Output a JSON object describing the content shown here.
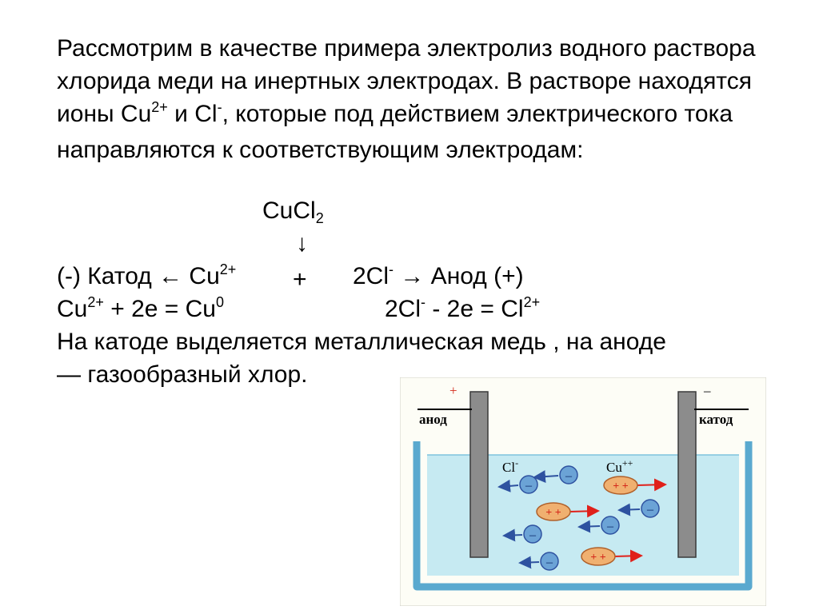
{
  "paragraph": "Рассмотрим в качестве примера электролиз водного раствора хлорида меди на инертных электродах. В растворе находятся ионы ",
  "ion_cu": "Cu",
  "ion_cu_charge": "2+",
  "word_and": " и ",
  "ion_cl": "Cl",
  "ion_cl_charge": "-",
  "paragraph_end": ", которые под действием электрического тока направляются к соответствующим электродам:",
  "formula": {
    "base": "CuCl",
    "sub": "2"
  },
  "arrow_down": "↓",
  "dissociation": {
    "left": "(-) Катод ← Cu",
    "left_charge": "2+",
    "plus": "+",
    "right_base": "2Cl",
    "right_charge": "-",
    "right_tail": " → Анод (+)"
  },
  "cathode_reaction": {
    "a": "Cu",
    "a_charge": "2+",
    "b": " + 2e = Cu",
    "b_charge": "0"
  },
  "anode_reaction": {
    "a": "2Cl",
    "a_charge": "-",
    "b": " - 2e = Cl",
    "b_charge": "2+"
  },
  "conclusion_1": "На катоде выделяется металлическая медь , на аноде",
  "conclusion_2": "— газообразный хлор.",
  "diagram": {
    "anode_sign": "+",
    "anode_label": "анод",
    "cathode_sign": "–",
    "cathode_label": "катод",
    "cl_label": "Cl",
    "cl_charge": "-",
    "cu_label": "Cu",
    "cu_charge": "++",
    "neg_symbol": "–",
    "pos_symbol": "+ +",
    "colors": {
      "solution": "#c6eaf2",
      "vessel": "#5aa9cf",
      "electrode": "#8c8c8c",
      "anion": "#6ba3d6",
      "cation": "#f0b070",
      "arrow_red": "#e0201a",
      "arrow_blue": "#2e52a0"
    }
  }
}
